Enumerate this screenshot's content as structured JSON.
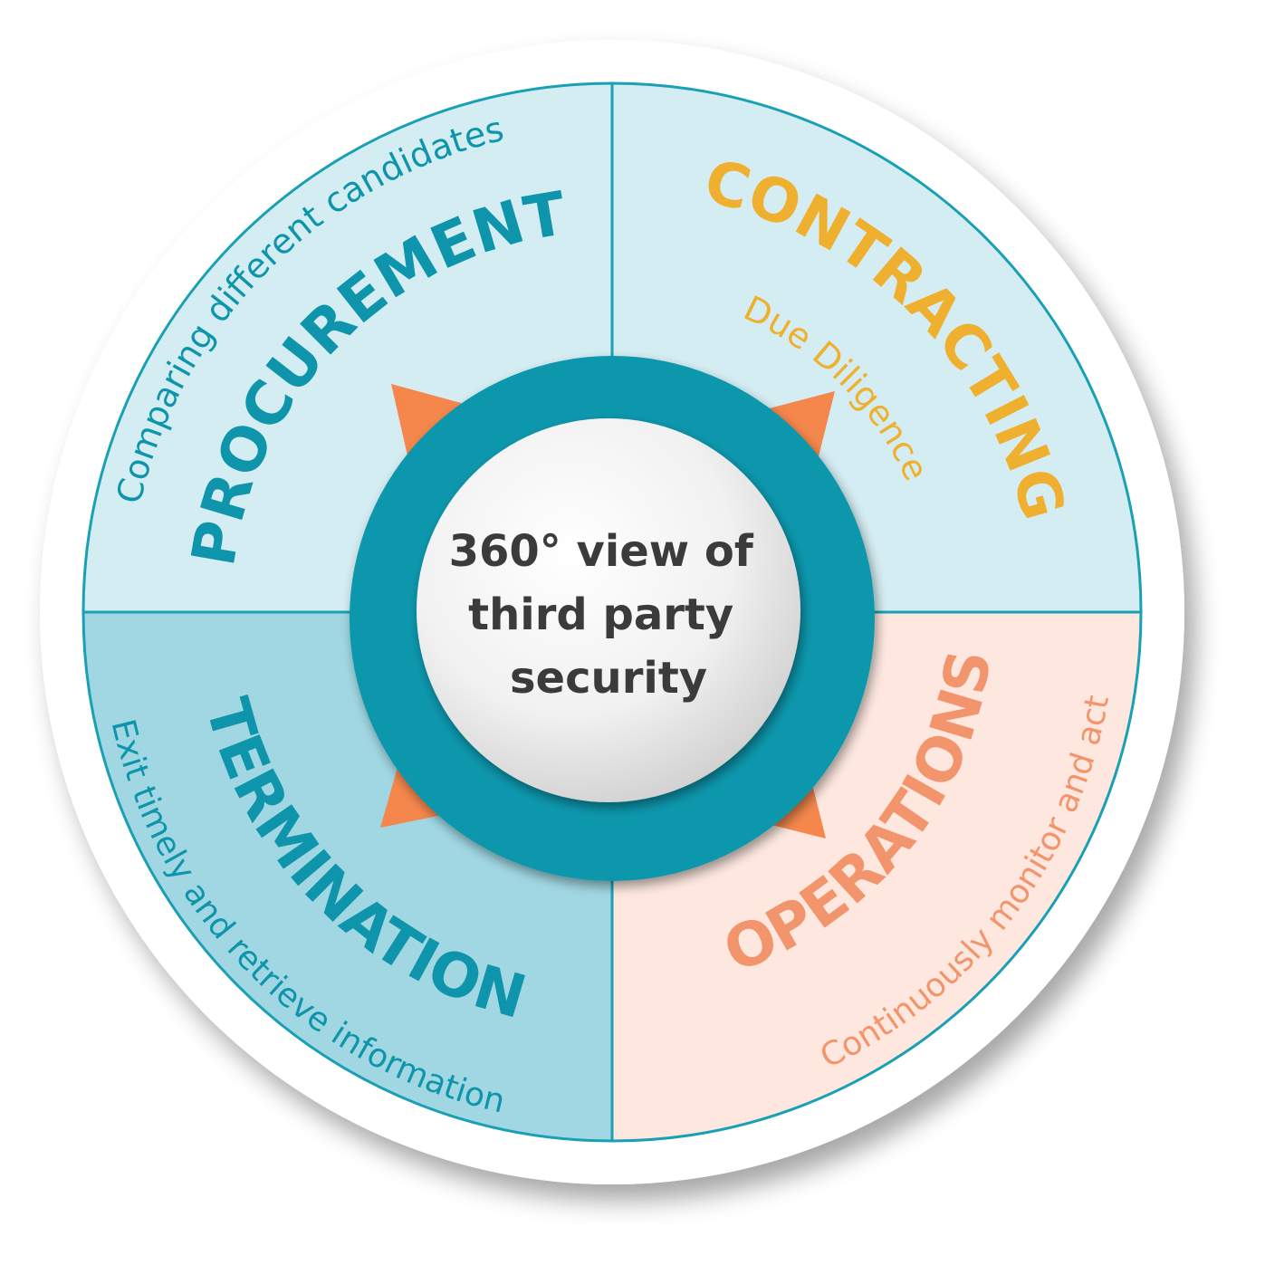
{
  "center": {
    "lines": [
      "360° view of",
      "third party",
      "security"
    ]
  },
  "phases": [
    {
      "key": "procurement",
      "title": "PROCUREMENT",
      "subtitle": "Comparing different candidates",
      "fill": "#d4edf2",
      "text_color": "#0f95ab"
    },
    {
      "key": "contracting",
      "title": "CONTRACTING",
      "subtitle": "Due Diligence",
      "fill": "#d4edf2",
      "text_color": "#f0b02f"
    },
    {
      "key": "operations",
      "title": "OPERATIONS",
      "subtitle": "Continuously monitor and act",
      "fill": "#fde7df",
      "text_color": "#f3956c"
    },
    {
      "key": "termination",
      "title": "TERMINATION",
      "subtitle": "Exit timely and retrieve information",
      "fill": "#a0d7e2",
      "text_color": "#0f95ab"
    }
  ],
  "colors": {
    "ring": "#0797ad",
    "arrow": "#f5874d",
    "divider": "#1aa0b5",
    "outer_ring": "#ffffff",
    "center_text": "#3b3b3b"
  }
}
